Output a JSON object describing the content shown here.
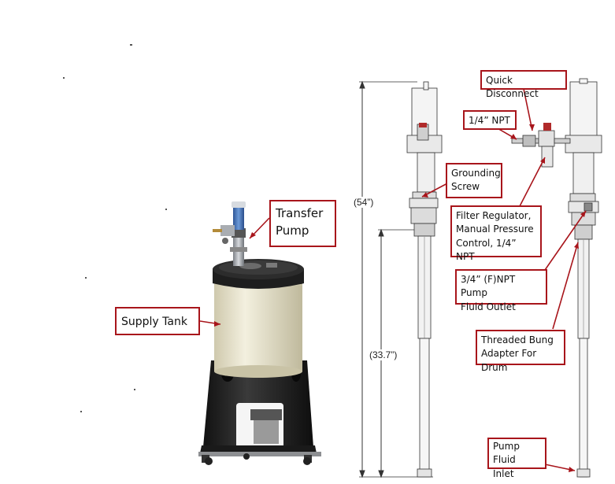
{
  "labels": {
    "transfer_pump": "Transfer\nPump",
    "supply_tank": "Supply Tank",
    "quick_disconnect": "Quick Disconnect",
    "npt_quarter": "1/4” NPT",
    "grounding_screw": "Grounding\nScrew",
    "filter_regulator": "Filter Regulator,\nManual Pressure\nControl, 1/4” NPT",
    "pump_fluid_outlet": "3/4” (F)NPT Pump\nFluid Outlet",
    "threaded_bung": "Threaded Bung\nAdapter For Drum",
    "pump_fluid_inlet": "Pump Fluid\nInlet"
  },
  "dimensions": {
    "overall_height": "(54”)",
    "lower_height": "(33.7”)"
  },
  "colors": {
    "callout_border": "#a8151b",
    "tank_body": "#e9e5cf",
    "stand": "#232323",
    "pump_cap": "#3d6fb5"
  }
}
